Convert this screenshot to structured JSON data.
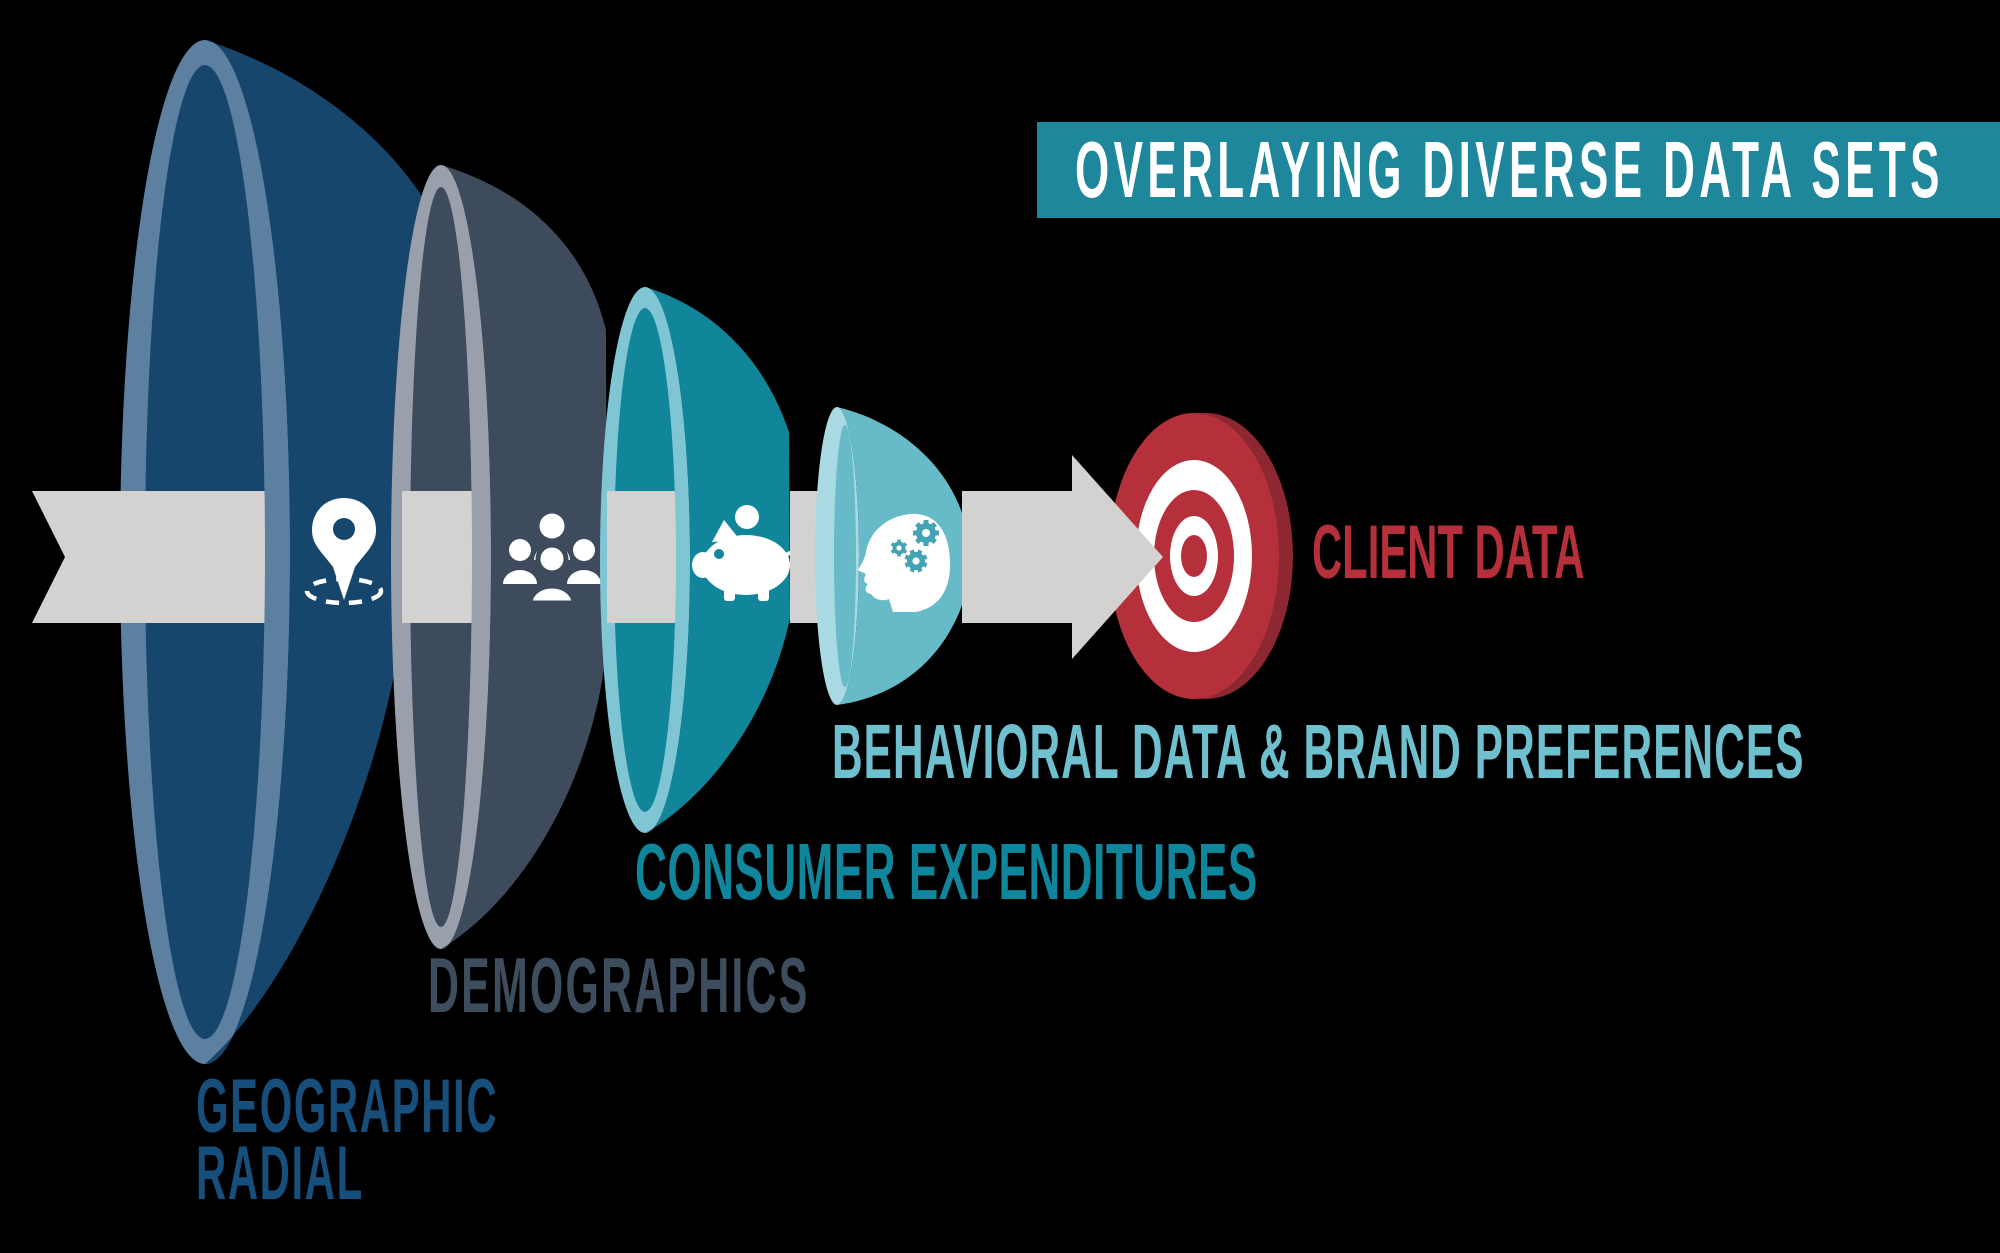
{
  "banner": {
    "label": "OVERLAYING DIVERSE DATA SETS"
  },
  "diagram_type": "funnel-target-overlay",
  "stages": [
    {
      "label_line1": "GEOGRAPHIC",
      "label_line2": "RADIAL",
      "icon": "map-pin-icon",
      "rim_color": "#5d80a0",
      "body_color": "#17466d",
      "label_color": "#174f7c"
    },
    {
      "label": "DEMOGRAPHICS",
      "icon": "people-group-icon",
      "rim_color": "#9aa0ab",
      "body_color": "#3d4b5c",
      "label_color": "#3e4d5e"
    },
    {
      "label": "CONSUMER EXPENDITURES",
      "icon": "piggy-bank-icon",
      "rim_color": "#7fc5d3",
      "body_color": "#11869b",
      "label_color": "#0f869b"
    },
    {
      "label": "BEHAVIORAL DATA & BRAND PREFERENCES",
      "icon": "head-gears-icon",
      "rim_color": "#a9d9e2",
      "body_color": "#67bac8",
      "label_color": "#6fc0ce"
    },
    {
      "label": "CLIENT DATA",
      "icon": "target-bullseye-icon",
      "label_color": "#b5303a"
    }
  ],
  "colors": {
    "bg": "#000000",
    "banner-bg": "#1e879b",
    "banner-text": "#ffffff",
    "arrow": "#d3d2d0",
    "navy": "#17466d",
    "navy-rim": "#5d80a0",
    "slate": "#3d4b5c",
    "slate-rim": "#9aa0ab",
    "teal": "#11869b",
    "teal-rim": "#7fc5d3",
    "lightblue": "#67bac8",
    "lightblue-rim": "#a9d9e2",
    "gear": "#45a3b6",
    "target-red": "#b5303a",
    "target-red-dark": "#8d2731",
    "label-geo": "#174f7c",
    "label-demo": "#3e4d5e",
    "label-consumer": "#0f869b",
    "label-behavioral": "#6fc0ce",
    "label-client": "#b5303a",
    "white": "#ffffff"
  }
}
